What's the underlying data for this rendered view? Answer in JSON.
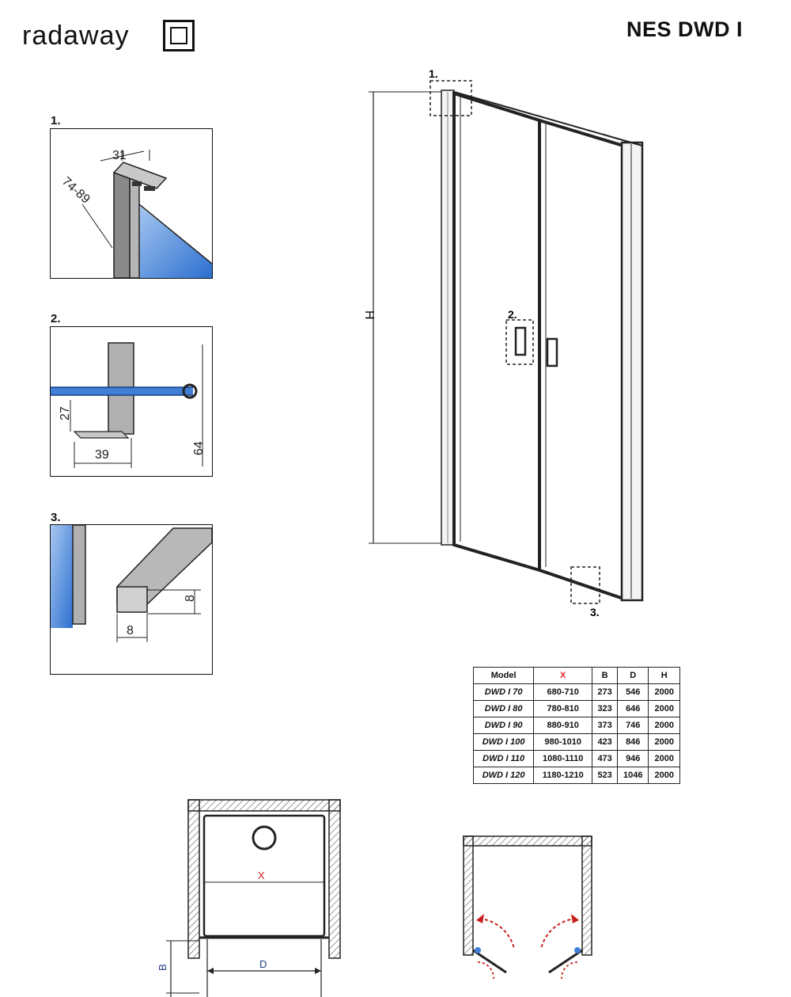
{
  "header": {
    "brand": "radaway",
    "model": "NES DWD I"
  },
  "details": [
    {
      "label": "1.",
      "dims": [
        "31",
        "74-89"
      ]
    },
    {
      "label": "2.",
      "dims": [
        "27",
        "39",
        "64"
      ]
    },
    {
      "label": "3.",
      "dims": [
        "8",
        "8"
      ]
    }
  ],
  "elevation": {
    "height_label": "H",
    "callouts": [
      "1.",
      "2.",
      "3."
    ]
  },
  "spec_table": {
    "headers": [
      "Model",
      "X",
      "B",
      "D",
      "H"
    ],
    "rows": [
      [
        "DWD I 70",
        "680-710",
        "273",
        "546",
        "2000"
      ],
      [
        "DWD I 80",
        "780-810",
        "323",
        "646",
        "2000"
      ],
      [
        "DWD I 90",
        "880-910",
        "373",
        "746",
        "2000"
      ],
      [
        "DWD I 100",
        "980-1010",
        "423",
        "846",
        "2000"
      ],
      [
        "DWD I 110",
        "1080-1110",
        "473",
        "946",
        "2000"
      ],
      [
        "DWD I 120",
        "1180-1210",
        "523",
        "1046",
        "2000"
      ]
    ]
  },
  "plan": {
    "x_label": "X",
    "b_label": "B",
    "d_label": "D"
  },
  "colors": {
    "glass": "#3f7fd8",
    "dimension_accent": "#c8201e"
  }
}
